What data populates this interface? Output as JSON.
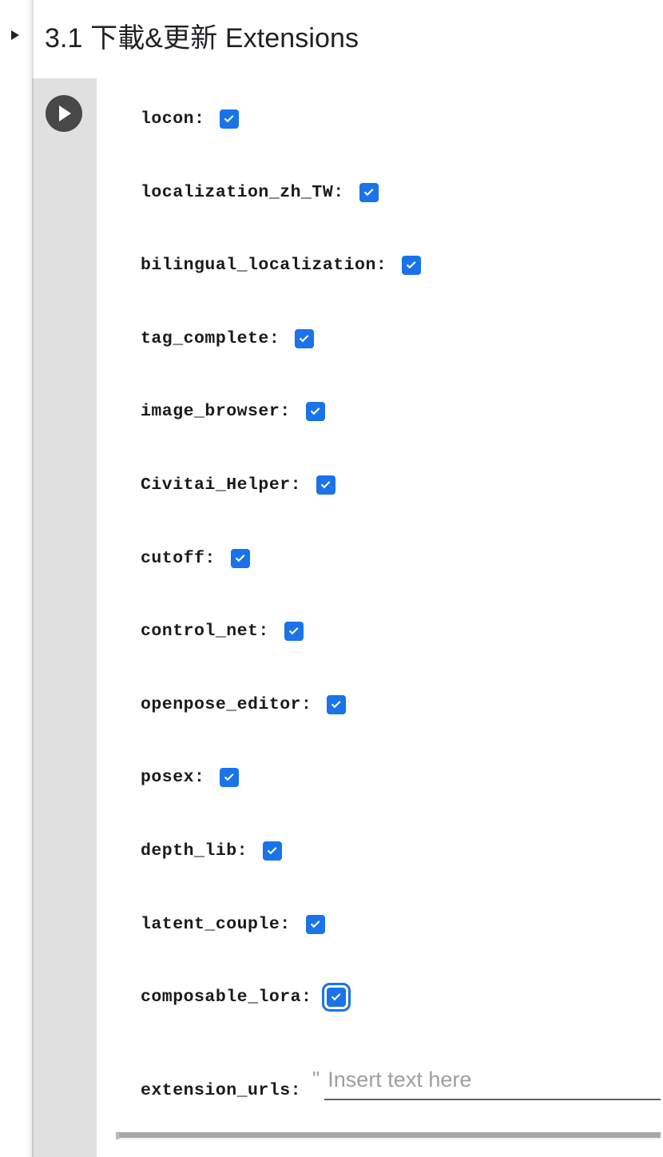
{
  "cell": {
    "heading": "3.1 下載&更新 Extensions",
    "collapse_icon": "triangle-right-icon",
    "run_icon": "play-icon"
  },
  "colors": {
    "accent": "#1a73e8",
    "gutter": "#e0e0e0",
    "run_button": "#484848",
    "heading_text": "#202124",
    "label_text": "#1a1a1a",
    "placeholder": "#9e9e9e",
    "underline": "#5f6368",
    "scrollbar_thumb": "#a8a8a8"
  },
  "form": {
    "checkbox_fields": [
      {
        "label": "locon:",
        "checked": true,
        "focused": false
      },
      {
        "label": "localization_zh_TW:",
        "checked": true,
        "focused": false
      },
      {
        "label": "bilingual_localization:",
        "checked": true,
        "focused": false
      },
      {
        "label": "tag_complete:",
        "checked": true,
        "focused": false
      },
      {
        "label": "image_browser:",
        "checked": true,
        "focused": false
      },
      {
        "label": "Civitai_Helper:",
        "checked": true,
        "focused": false
      },
      {
        "label": "cutoff:",
        "checked": true,
        "focused": false
      },
      {
        "label": "control_net:",
        "checked": true,
        "focused": false
      },
      {
        "label": "openpose_editor:",
        "checked": true,
        "focused": false
      },
      {
        "label": "posex:",
        "checked": true,
        "focused": false
      },
      {
        "label": "depth_lib:",
        "checked": true,
        "focused": false
      },
      {
        "label": "latent_couple:",
        "checked": true,
        "focused": false
      },
      {
        "label": "composable_lora:",
        "checked": true,
        "focused": true
      }
    ],
    "text_field": {
      "label": "extension_urls:",
      "quote": "\"",
      "value": "",
      "placeholder": "Insert text here"
    }
  }
}
